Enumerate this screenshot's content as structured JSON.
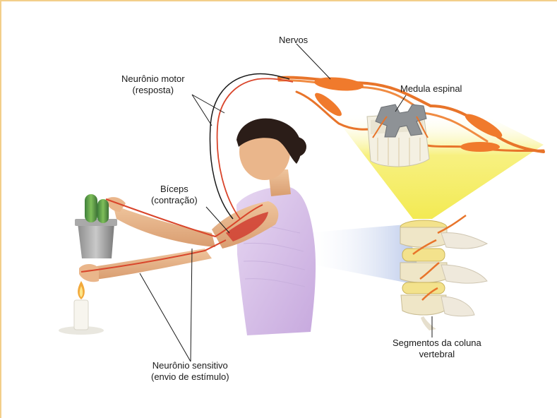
{
  "labels": {
    "nervos": "Nervos",
    "medula": "Medula espinal",
    "motor_line1": "Neurônio motor",
    "motor_line2": "(resposta)",
    "biceps_line1": "Bíceps",
    "biceps_line2": "(contração)",
    "sensitivo_line1": "Neurônio sensitivo",
    "sensitivo_line2": "(envio de estímulo)",
    "segmentos_line1": "Segmentos da coluna",
    "segmentos_line2": "vertebral"
  },
  "colors": {
    "frame": "#f3cf8a",
    "nerve": "#e8742a",
    "neuron_path": "#d9452b",
    "spotlight_yellow": "#f6ee6a",
    "spotlight_blue": "#aebfe6",
    "skin": "#e9b98e",
    "shirt": "#d7bfe6"
  }
}
